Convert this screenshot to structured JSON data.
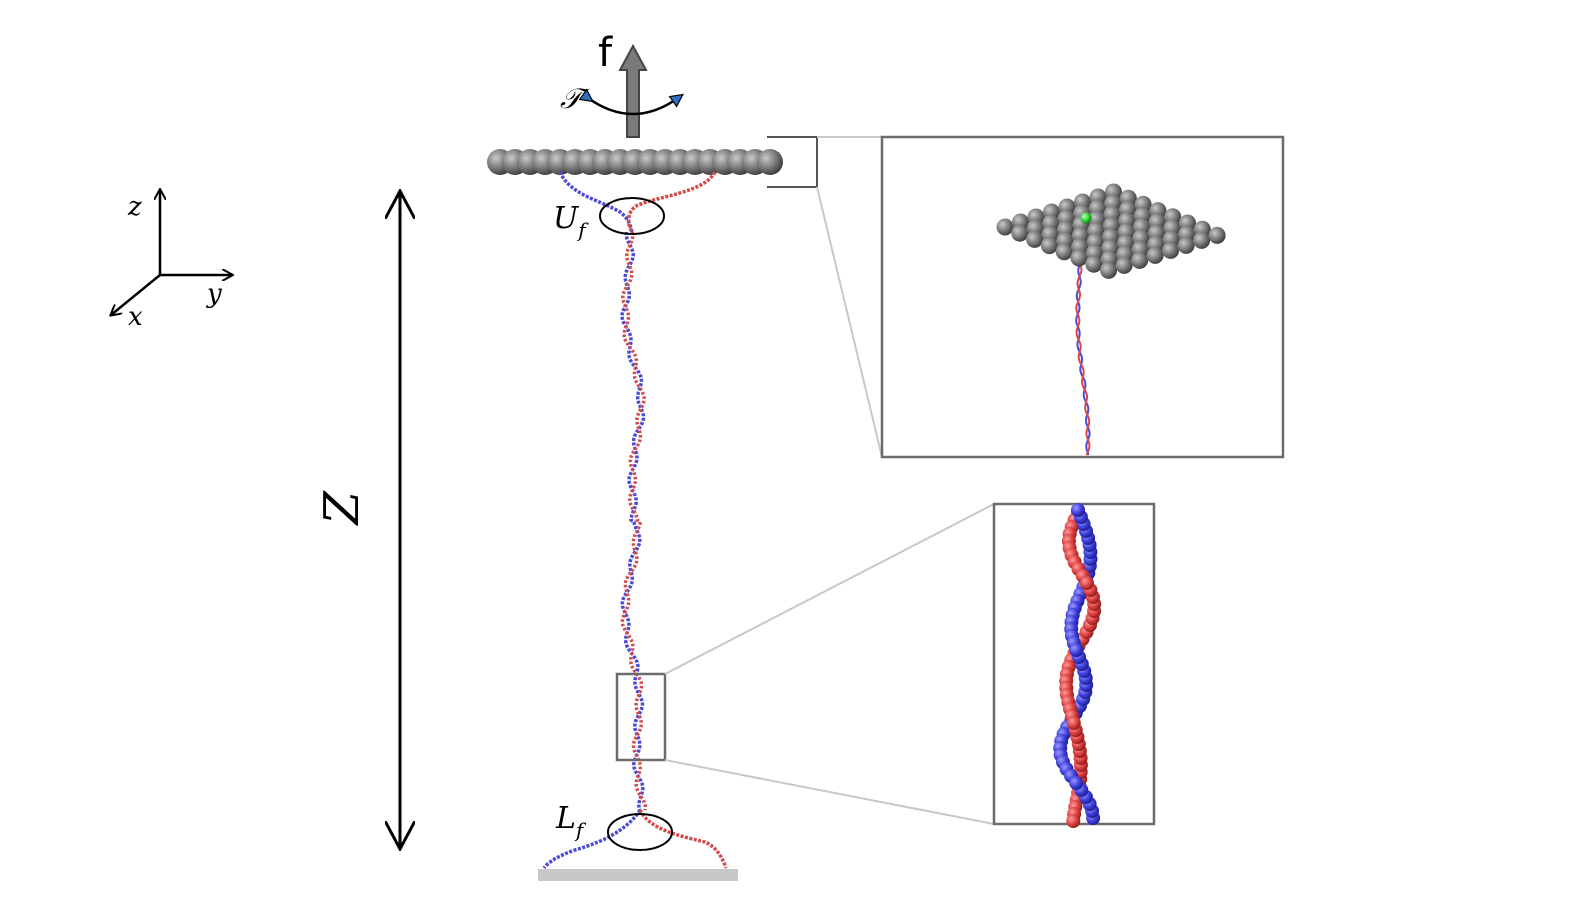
{
  "labels": {
    "force": "f",
    "torque": "𝒯",
    "upper_fork": "U",
    "upper_fork_sub": "f",
    "lower_fork": "L",
    "lower_fork_sub": "f",
    "extension": "Z",
    "axis_x": "x",
    "axis_y": "y",
    "axis_z": "z"
  },
  "colors": {
    "strand_a": "#4a4ad6",
    "strand_b": "#d64a4a",
    "plate": "#6e6e6e",
    "plate_highlight": "#2bd12b",
    "surface": "#c8c8c8",
    "inset_frame": "#6b6b6b",
    "connector": "#c8c8c8",
    "arrow_force": "#7a7a7a",
    "torque_marker": "#2f6fbf"
  },
  "icons": {
    "force_arrow": "up-arrow-icon",
    "torque_arrow": "curved-rotation-arrow-icon",
    "axis_triad": "xyz-axes-icon",
    "extension_arrow": "double-headed-arrow-icon"
  }
}
